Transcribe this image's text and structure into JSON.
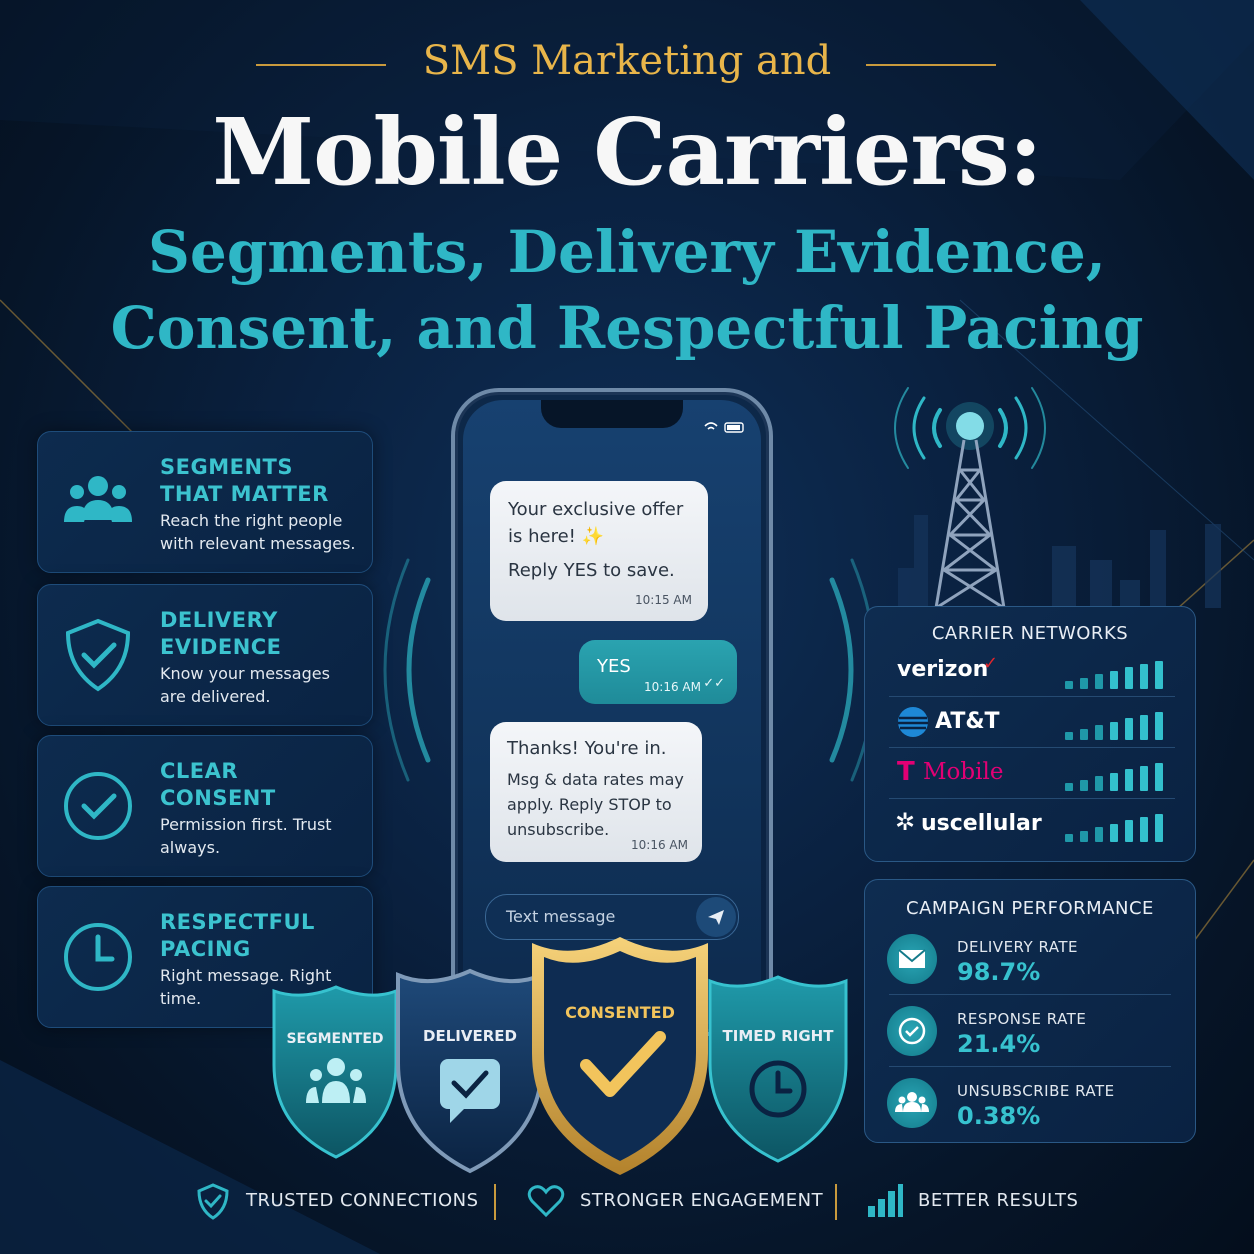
{
  "header": {
    "kicker": "SMS Marketing and",
    "title": "Mobile Carriers:",
    "subtitle_line1": "Segments, Delivery Evidence,",
    "subtitle_line2": "Consent, and Respectful Pacing"
  },
  "features": [
    {
      "title": "SEGMENTS THAT MATTER",
      "desc": "Reach the right people with relevant messages.",
      "icon": "people-group-icon"
    },
    {
      "title": "DELIVERY EVIDENCE",
      "desc": "Know your messages are delivered.",
      "icon": "shield-check-icon"
    },
    {
      "title": "CLEAR CONSENT",
      "desc": "Permission first. Trust always.",
      "icon": "circle-check-icon"
    },
    {
      "title": "RESPECTFUL PACING",
      "desc": "Right message. Right time.",
      "icon": "clock-icon"
    }
  ],
  "chat": {
    "msg1_line1": "Your exclusive offer",
    "msg1_line2": "is here! ✨",
    "msg1_line3": "Reply YES to save.",
    "msg1_time": "10:15 AM",
    "msg2_text": "YES",
    "msg2_time": "10:16 AM",
    "msg3_line1": "Thanks! You're in.",
    "msg3_line2": "Msg & data rates may",
    "msg3_line3": "apply. Reply STOP to",
    "msg3_line4": "unsubscribe.",
    "msg3_time": "10:16 AM",
    "input_placeholder": "Text message"
  },
  "carriers": {
    "title": "CARRIER NETWORKS",
    "items": [
      {
        "name": "verizon",
        "mark": "✓",
        "color": "#ffffff",
        "mark_color": "#e0262d"
      },
      {
        "name": "AT&T",
        "color": "#ffffff"
      },
      {
        "name": "Mobile",
        "prefix": "T",
        "color": "#e20074"
      },
      {
        "name": "uscellular",
        "prefix": "✲",
        "color": "#ffffff"
      }
    ]
  },
  "performance": {
    "title": "CAMPAIGN PERFORMANCE",
    "metrics": [
      {
        "label": "DELIVERY RATE",
        "value": "98.7%",
        "icon": "envelope-icon"
      },
      {
        "label": "RESPONSE RATE",
        "value": "21.4%",
        "icon": "check-circle-icon"
      },
      {
        "label": "UNSUBSCRIBE RATE",
        "value": "0.38%",
        "icon": "people-icon"
      }
    ]
  },
  "shields": [
    {
      "label": "SEGMENTED"
    },
    {
      "label": "DELIVERED"
    },
    {
      "label": "CONSENTED"
    },
    {
      "label": "TIMED RIGHT"
    }
  ],
  "footer": [
    {
      "label": "TRUSTED CONNECTIONS"
    },
    {
      "label": "STRONGER ENGAGEMENT"
    },
    {
      "label": "BETTER RESULTS"
    }
  ],
  "colors": {
    "teal": "#2fb7c6",
    "gold": "#e8b54a",
    "navy": "#061528"
  }
}
